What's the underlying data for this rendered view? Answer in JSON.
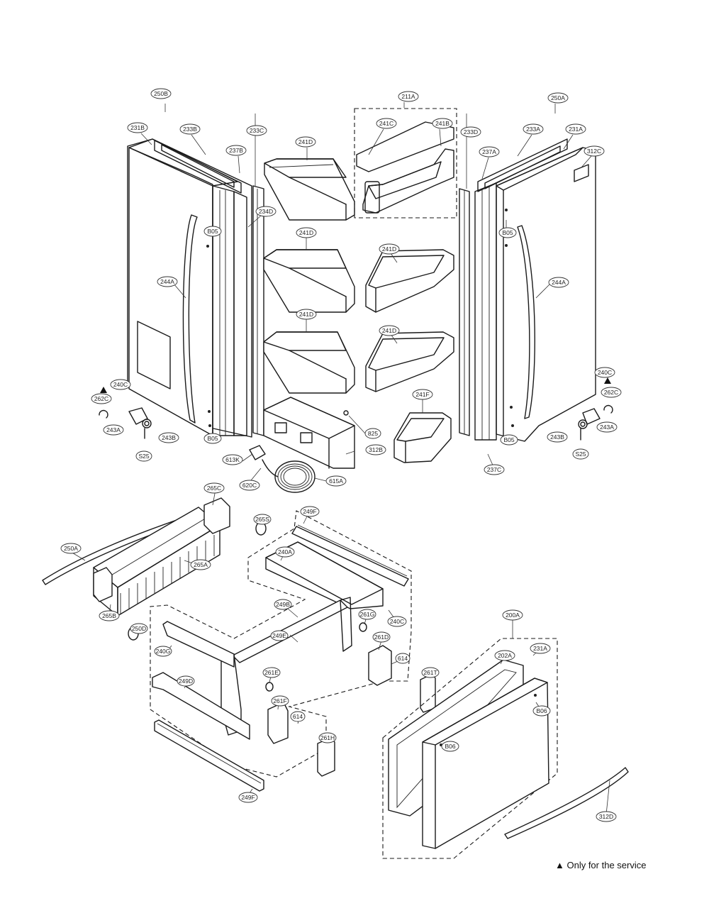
{
  "labels": {
    "l250B": "250B",
    "l211A": "211A",
    "l250A_top": "250A",
    "l231B": "231B",
    "l233B": "233B",
    "l233C": "233C",
    "l241D_top": "241D",
    "l241C": "241C",
    "l241B": "241B",
    "l233D": "233D",
    "l233A": "233A",
    "l231A": "231A",
    "l237B": "237B",
    "l237A": "237A",
    "l312C": "312C",
    "l234D": "234D",
    "lB05_a": "B05",
    "lB05_b": "B05",
    "lB05_c": "B05",
    "lB05_d": "B05",
    "l241D_2": "241D",
    "l241D_3": "241D",
    "l241D_4": "241D",
    "l241D_5": "241D",
    "l244A_left": "244A",
    "l244A_right": "244A",
    "l240C": "240C",
    "l240C_r": "240C",
    "l262C": "262C",
    "l262C_r": "262C",
    "l243A": "243A",
    "l243B": "243B",
    "l243B_r": "243B",
    "l243A_r": "243A",
    "lS25": "S25",
    "l825": "825",
    "lS25_r": "S25",
    "l241F": "241F",
    "l312B": "312B",
    "l613K": "613K",
    "l620C": "620C",
    "l615A": "615A",
    "l237C": "237C",
    "l265C": "265C",
    "l250A_bin": "250A",
    "l265A": "265A",
    "l265B": "265B",
    "l265S": "265S",
    "l249F_top": "249F",
    "l240A": "240A",
    "l261G": "261G",
    "l240C_bot": "240C",
    "l249B": "249B",
    "l249E": "249E",
    "l250D": "250D",
    "l240G": "240G",
    "l261D": "261D",
    "l614": "614",
    "l249D": "249D",
    "l261E": "261E",
    "l614_b": "614",
    "l261F": "261F",
    "l261H": "261H",
    "l249F_bot": "249F",
    "l200A": "200A",
    "l231A_bot": "231A",
    "l202A": "202A",
    "l261T": "261T",
    "lB06_a": "B06",
    "lB06_b": "B06",
    "l312D": "312D"
  },
  "footnote": "▲ Only for the service"
}
